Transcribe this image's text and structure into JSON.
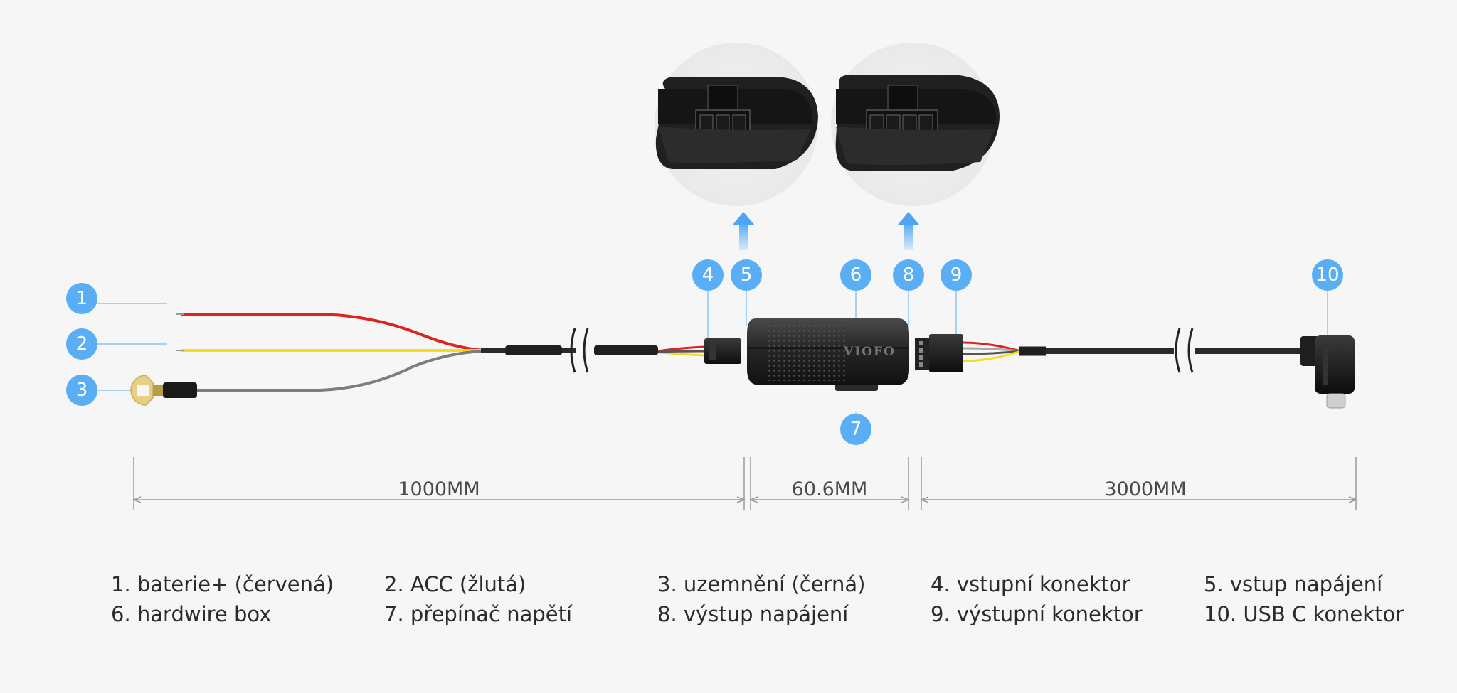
{
  "callouts": [
    {
      "num": "1"
    },
    {
      "num": "2"
    },
    {
      "num": "3"
    },
    {
      "num": "4"
    },
    {
      "num": "5"
    },
    {
      "num": "6"
    },
    {
      "num": "7"
    },
    {
      "num": "8"
    },
    {
      "num": "9"
    },
    {
      "num": "10"
    }
  ],
  "device": {
    "brand": "VIOFO"
  },
  "dimensions": {
    "d1": "1000MM",
    "d2": "60.6MM",
    "d3": "3000MM"
  },
  "legend": [
    "1. baterie+ (červená)",
    "2. ACC (žlutá)",
    "3. uzemnění (černá)",
    "4. vstupní konektor",
    "5. vstup napájení",
    "6. hardwire box",
    "7. přepínač napětí",
    "8. výstup napájení",
    "9. výstupní konektor",
    "10. USB C konektor"
  ],
  "colors": {
    "callout": "#5aaef5",
    "red_wire": "#e0221f",
    "yellow_wire": "#f2de1c",
    "gray_wire": "#7d7d7d",
    "cable": "#2a2a2a",
    "arrow": "#4ea6f2"
  },
  "icons": [
    "up-arrow-icon",
    "up-arrow-icon"
  ]
}
